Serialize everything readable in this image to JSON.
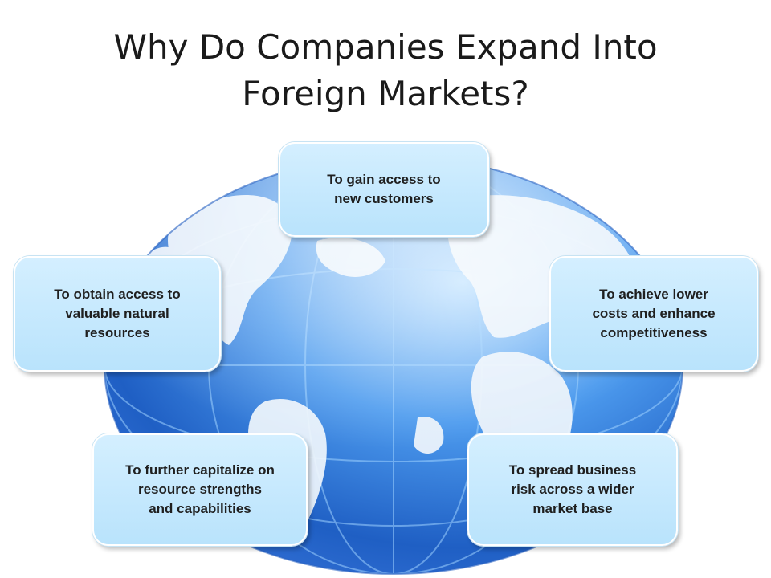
{
  "slide": {
    "title": "Why Do Companies Expand Into\nForeign Markets?"
  },
  "diagram": {
    "center": "globe-icon",
    "colors": {
      "box_fill": "#c8eafe",
      "globe_blue": "#3f8fe6",
      "land": "#f1f6fb"
    },
    "reasons": [
      "To gain access to\nnew customers",
      "To obtain access to\nvaluable natural\nresources",
      "To achieve lower\ncosts and enhance\ncompetitiveness",
      "To further capitalize on\nresource strengths\nand capabilities",
      "To spread business\nrisk across a wider\nmarket base"
    ]
  }
}
